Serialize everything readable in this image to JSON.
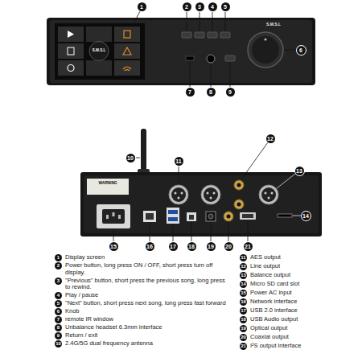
{
  "diagram": {
    "labels": [
      "1",
      "2",
      "3",
      "4",
      "5",
      "6",
      "7",
      "8",
      "9",
      "10",
      "11",
      "12",
      "13",
      "14",
      "15",
      "16",
      "17",
      "18",
      "19",
      "20",
      "21",
      "1",
      "Display screen",
      "2",
      "Power button, long press ON / OFF, short press turn off display.",
      "3",
      "\"Previous\" button, short press the previous song, long press to rewind.",
      "4",
      "Play / pause",
      "5",
      "\"Next\" button, short press next song, long press fast forward",
      "6",
      "Knob",
      "7",
      "remote IR window",
      "8",
      "Unbalance headset 6.3mm interface",
      "9",
      "Return / exit",
      "10",
      "2.4G/5G dual frequency antenna",
      "11",
      "AES output",
      "12",
      "Line output",
      "13",
      "Balance output",
      "14",
      "Micro SD card slot",
      "15",
      "Power AC input",
      "16",
      "Network interface",
      "17",
      "USB 2.0 interface",
      "18",
      "USB Audio output",
      "19",
      "Optical output",
      "20",
      "Coaxial output",
      "21",
      "I²S output interface",
      "S.M.S.L",
      "S.M.S.L",
      "WARNING"
    ]
  }
}
